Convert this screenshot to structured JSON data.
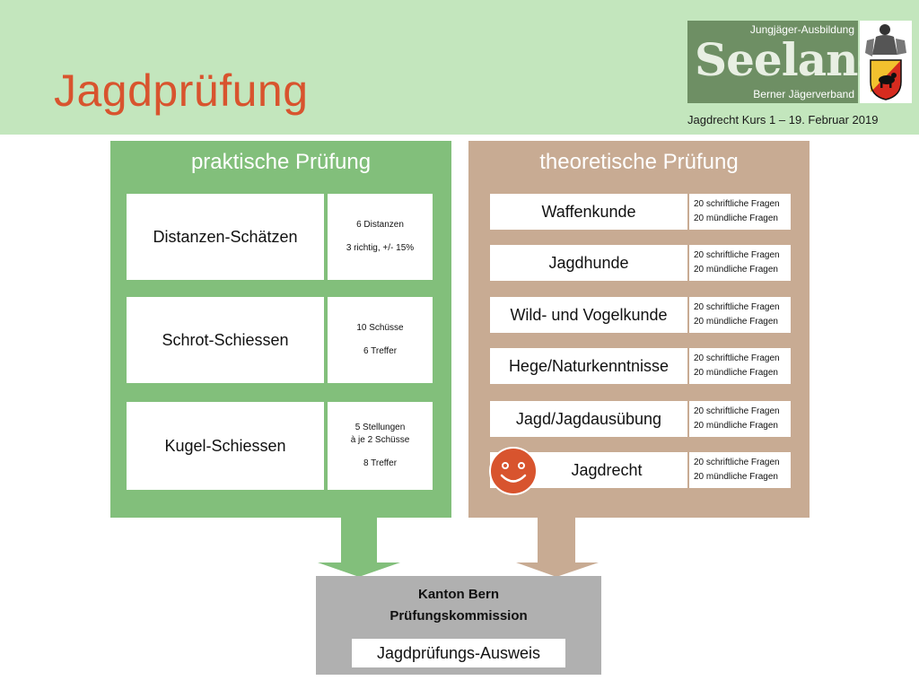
{
  "header": {
    "title": "Jagdprüfung",
    "subtitle": "Jagdrecht Kurs 1 – 19. Februar 2019"
  },
  "logo": {
    "top_text": "Jungjäger-Ausbildung",
    "big_text": "Seeland",
    "bottom_text": "Berner Jägerverband"
  },
  "practical": {
    "title": "praktische Prüfung",
    "items": [
      {
        "name": "Distanzen-Schätzen",
        "detail_a": "6 Distanzen",
        "detail_b": "",
        "detail_c": "3 richtig, +/- 15%"
      },
      {
        "name": "Schrot-Schiessen",
        "detail_a": "10 Schüsse",
        "detail_b": "",
        "detail_c": "6 Treffer"
      },
      {
        "name": "Kugel-Schiessen",
        "detail_a": "5 Stellungen",
        "detail_b": "à je 2 Schüsse",
        "detail_c": "8 Treffer"
      }
    ]
  },
  "theory": {
    "title": "theoretische Prüfung",
    "items": [
      {
        "name": "Waffenkunde",
        "written": "20 schriftliche Fragen",
        "oral": "20 mündliche Fragen"
      },
      {
        "name": "Jagdhunde",
        "written": "20 schriftliche Fragen",
        "oral": "20 mündliche Fragen"
      },
      {
        "name": "Wild- und Vogelkunde",
        "written": "20 schriftliche Fragen",
        "oral": "20 mündliche Fragen"
      },
      {
        "name": "Hege/Naturkenntnisse",
        "written": "20 schriftliche Fragen",
        "oral": "20 mündliche Fragen"
      },
      {
        "name": "Jagd/Jagdausübung",
        "written": "20 schriftliche Fragen",
        "oral": "20 mündliche Fragen"
      },
      {
        "name": "Jagdrecht",
        "written": "20 schriftliche Fragen",
        "oral": "20 mündliche Fragen"
      }
    ]
  },
  "commission": {
    "line1": "Kanton Bern",
    "line2": "Prüfungskommission",
    "ausweis": "Jagdprüfungs-Ausweis"
  },
  "colors": {
    "header_bg": "#c3e6bd",
    "title": "#d8542e",
    "practical": "#82bf7b",
    "theory": "#c8ab93",
    "commission": "#b0b0b0",
    "smiley": "#d8542e"
  }
}
